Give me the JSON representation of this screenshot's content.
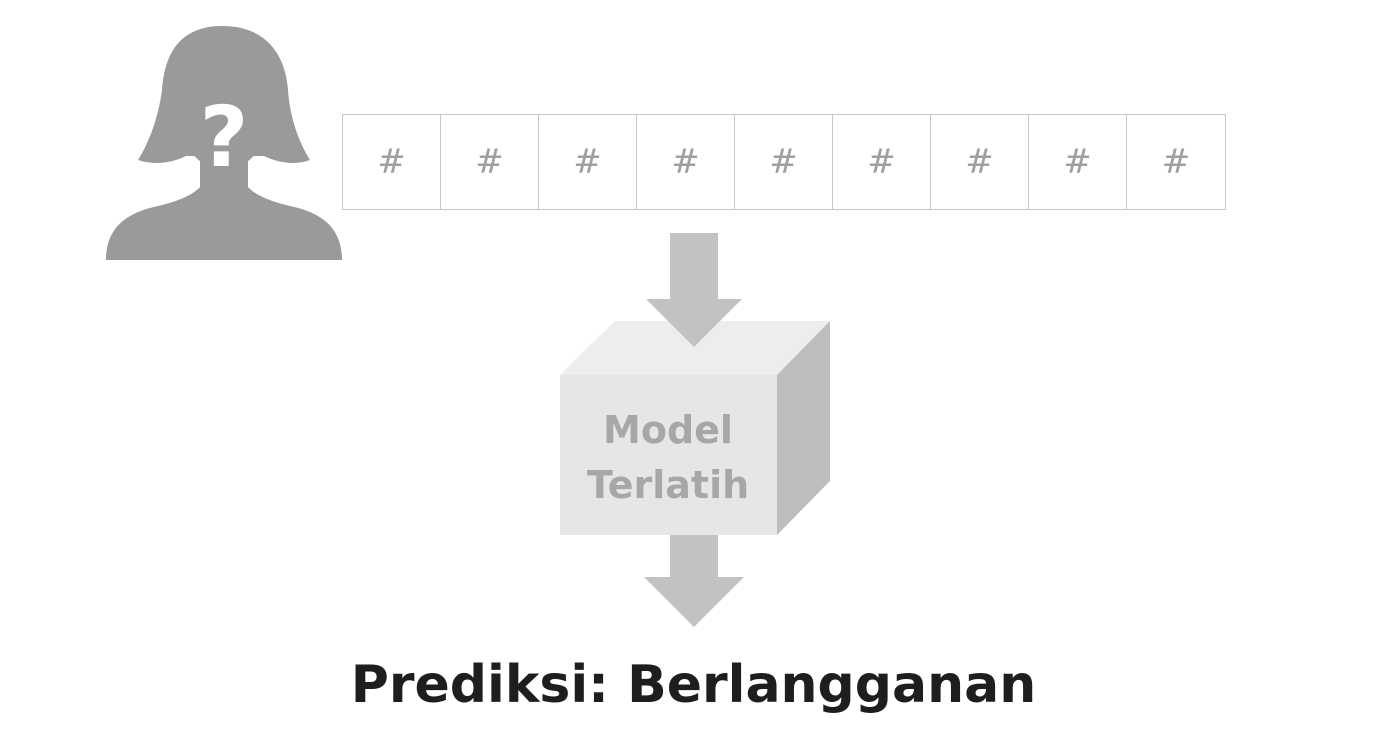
{
  "person": {
    "icon": "unknown-person-icon",
    "symbol": "?"
  },
  "features": [
    "#",
    "#",
    "#",
    "#",
    "#",
    "#",
    "#",
    "#",
    "#"
  ],
  "model": {
    "line1": "Model",
    "line2": "Terlatih"
  },
  "prediction": {
    "text": "Prediksi: Berlangganan"
  },
  "colors": {
    "silhouette": "#9a9a9a",
    "arrow": "#c2c2c2",
    "box_front": "#e6e6e6",
    "box_top": "#ededed",
    "box_side": "#bdbdbd",
    "cell_border": "#c6c6c6",
    "prediction_text": "#1e1e1e"
  }
}
